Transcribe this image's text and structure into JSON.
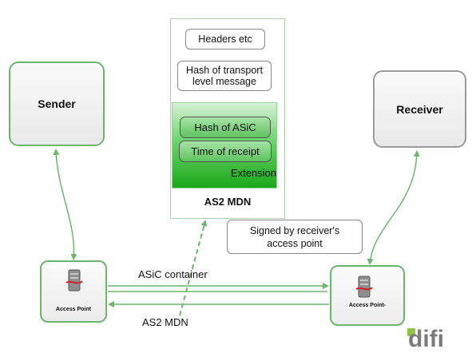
{
  "nodes": {
    "sender": "Sender",
    "receiver": "Receiver",
    "ap_left": "Access Point",
    "ap_right": "Access Point-"
  },
  "mdn": {
    "headers": "Headers etc",
    "hash_transport_line1": "Hash of transport",
    "hash_transport_line2": "level message",
    "hash_asic": "Hash of ASiC",
    "time_of_receipt": "Time of receipt",
    "extension": "Extension",
    "title": "AS2 MDN"
  },
  "callout": {
    "line1": "Signed by receiver's",
    "line2": "access point"
  },
  "edges": {
    "asic_container": "ASiC container",
    "as2_mdn": "AS2 MDN"
  },
  "logo": {
    "text": "difi",
    "text_color": "#7a7a7a",
    "accent_color": "#8dc63f"
  },
  "colors": {
    "arrow_green": "#6db56d",
    "extension_green": "#1aa81a"
  }
}
